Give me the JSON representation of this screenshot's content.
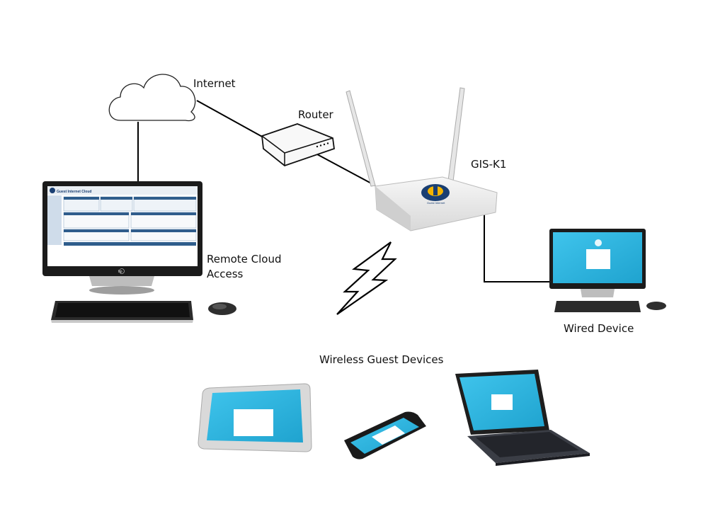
{
  "labels": {
    "internet": "Internet",
    "router": "Router",
    "gis_k1": "GIS-K1",
    "remote_cloud_access": "Remote Cloud Access",
    "wired_device": "Wired Device",
    "wireless_guest_devices": "Wireless Guest Devices"
  },
  "device_branding": {
    "gis_logo_text": "Guest Internet",
    "desktop_monitor_brand": "hp",
    "dashboard_title": "Guest Internet Cloud"
  },
  "icons": {
    "cloud": "cloud-icon",
    "router": "router-icon",
    "access_point": "wifi-access-point-icon",
    "lightning": "wireless-signal-icon",
    "desktop": "desktop-computer-icon",
    "monitor": "monitor-icon",
    "tablet": "tablet-icon",
    "phone": "smartphone-icon",
    "laptop": "laptop-icon"
  },
  "colors": {
    "line": "#000000",
    "screen_blue": "#29b6e0",
    "dashboard_header": "#2f5d8c",
    "device_body": "#1c1c1c",
    "router_body": "#eeeeee"
  }
}
